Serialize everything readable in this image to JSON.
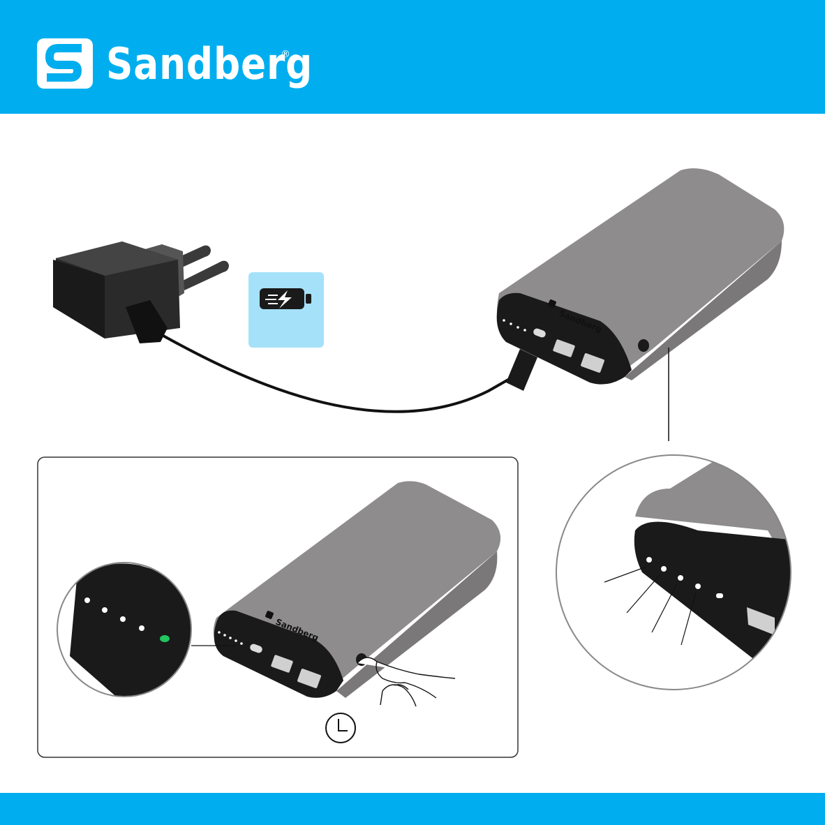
{
  "brand": {
    "name": "Sandberg",
    "registered": "®"
  },
  "colors": {
    "brand_blue": "#00aeef",
    "device_gray": "#8e8c8c",
    "device_black": "#1a1a1a",
    "charge_bg": "#a6e1fa",
    "led_green": "#22c55e"
  },
  "icons": {
    "logo": "sandberg-s-logo-icon",
    "charging": "battery-charging-icon",
    "timer": "clock-icon",
    "finger": "finger-press-icon",
    "charger": "wall-charger-icon"
  },
  "panel": {
    "led_count": 5,
    "lit_led": 5
  }
}
